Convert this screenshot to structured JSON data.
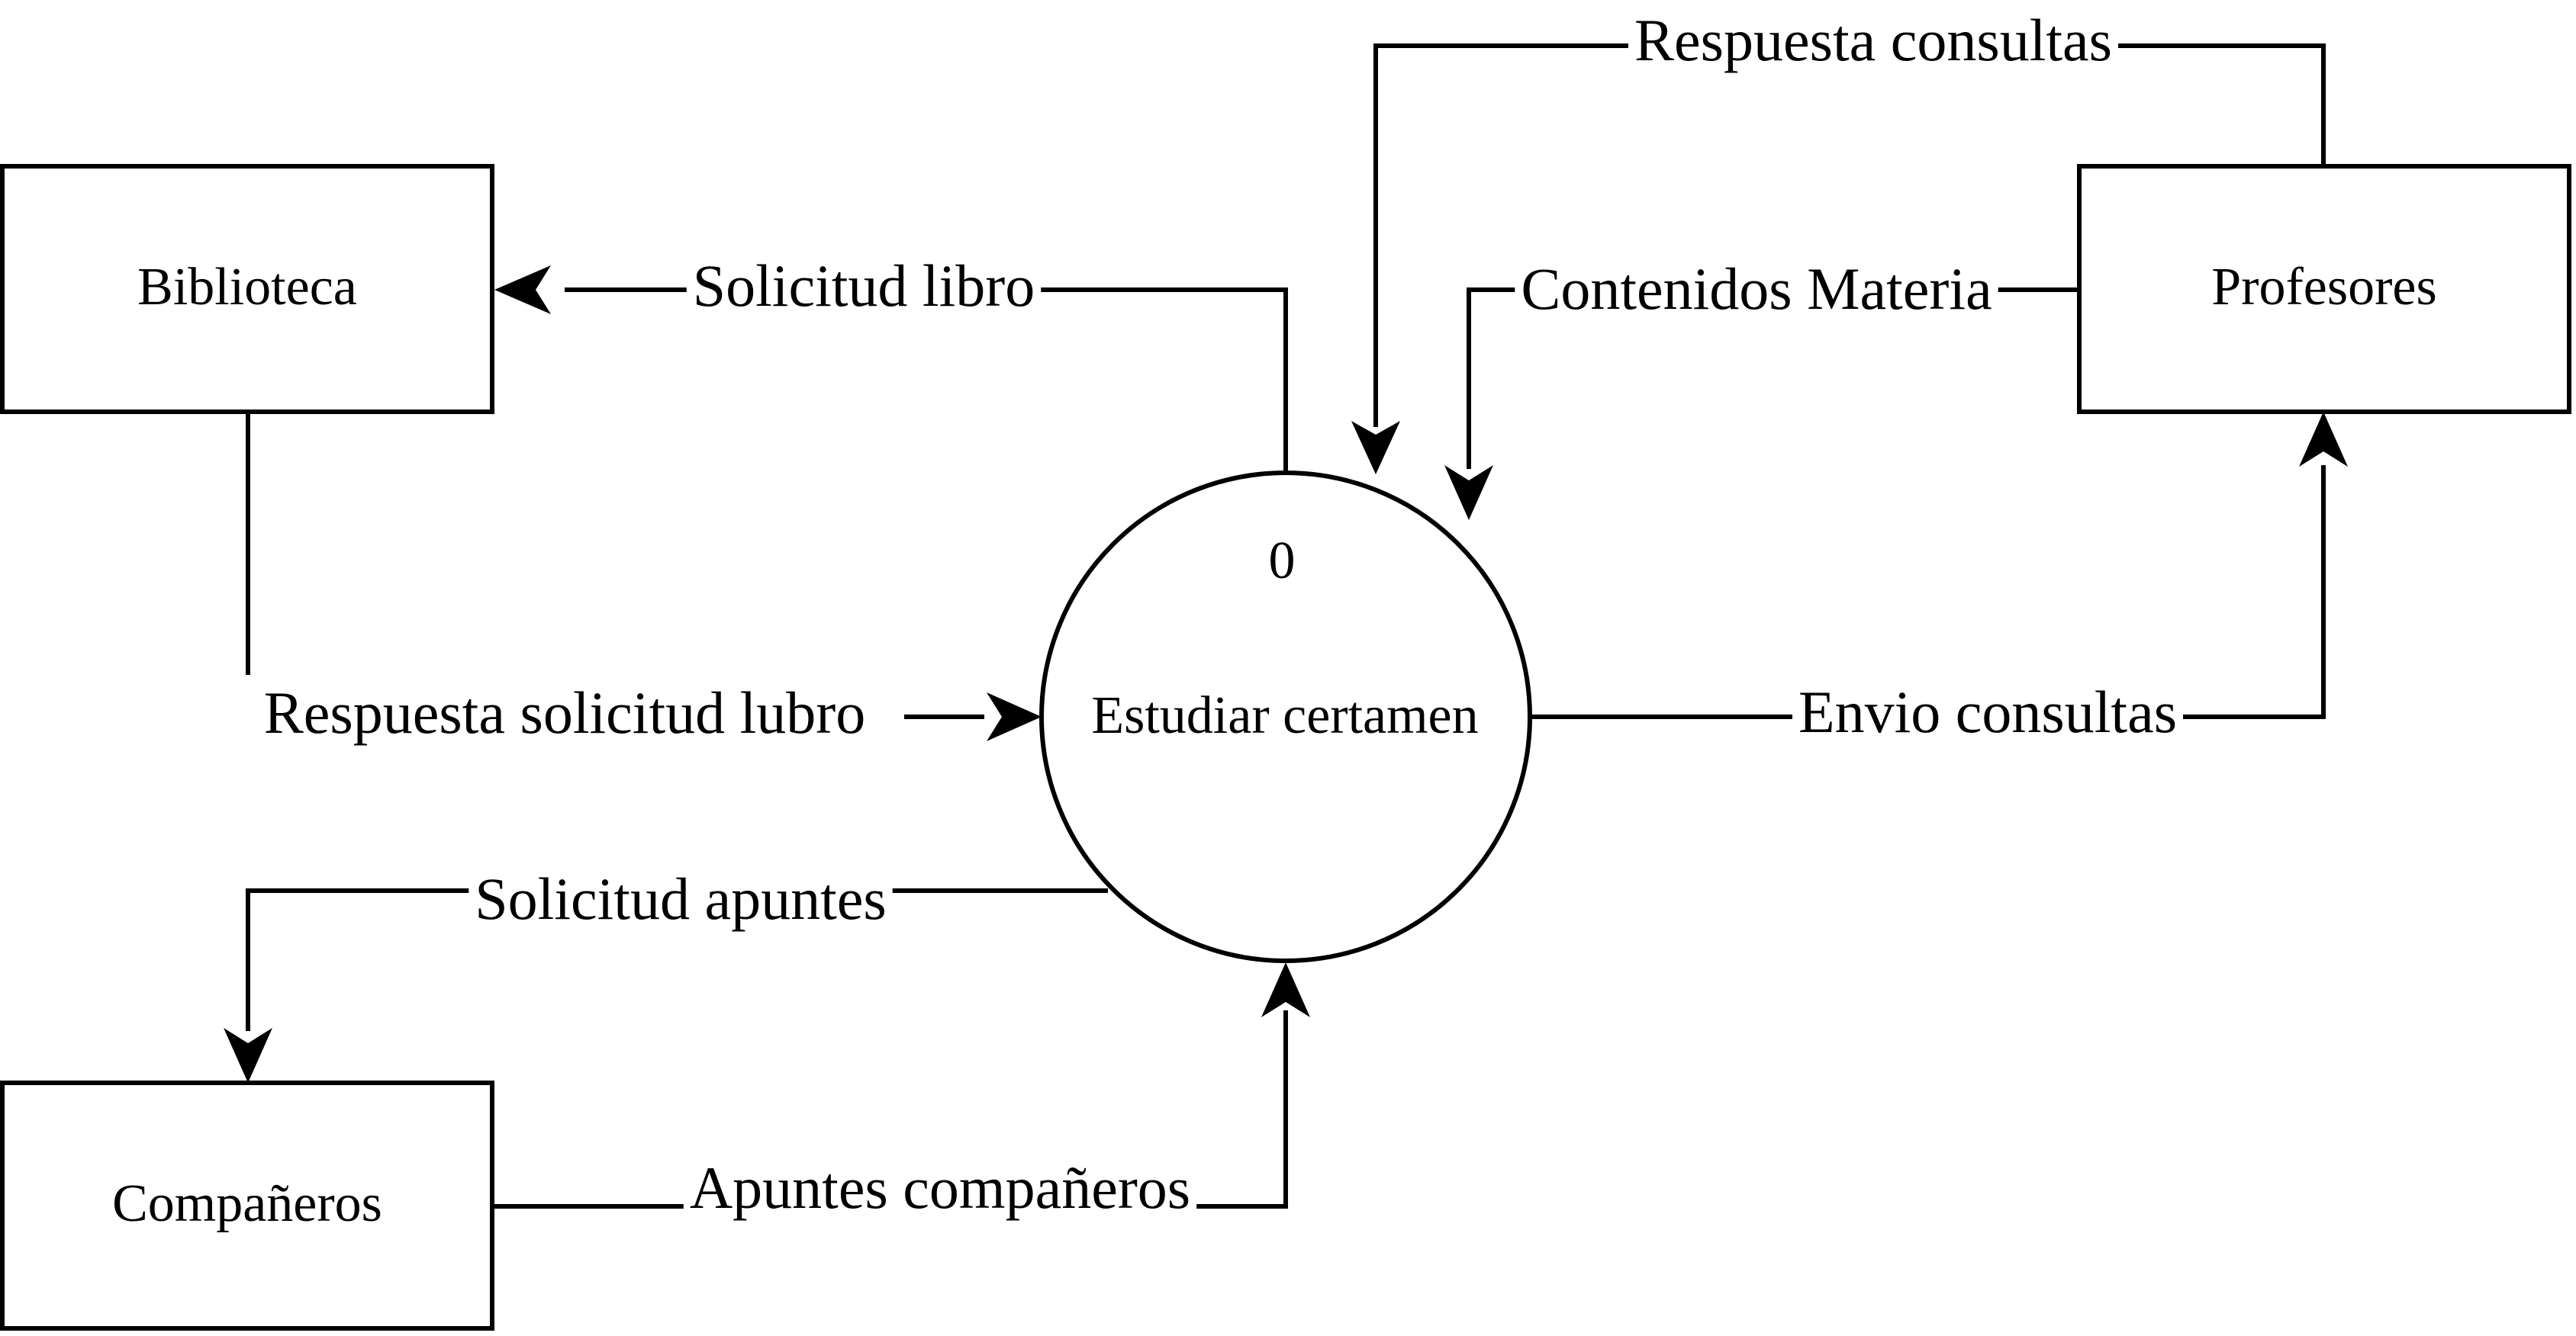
{
  "entities": {
    "biblioteca": "Biblioteca",
    "profesores": "Profesores",
    "companeros": "Compañeros"
  },
  "process": {
    "number": "0",
    "name": "Estudiar certamen"
  },
  "flows": {
    "solicitud_libro": "Solicitud libro",
    "respuesta_solicitud_libro": "Respuesta solicitud lubro",
    "respuesta_consultas": "Respuesta consultas",
    "contenidos_materia": "Contenidos Materia",
    "envio_consultas": "Envio consultas",
    "solicitud_apuntes": "Solicitud apuntes",
    "apuntes_companeros": "Apuntes compañeros"
  }
}
